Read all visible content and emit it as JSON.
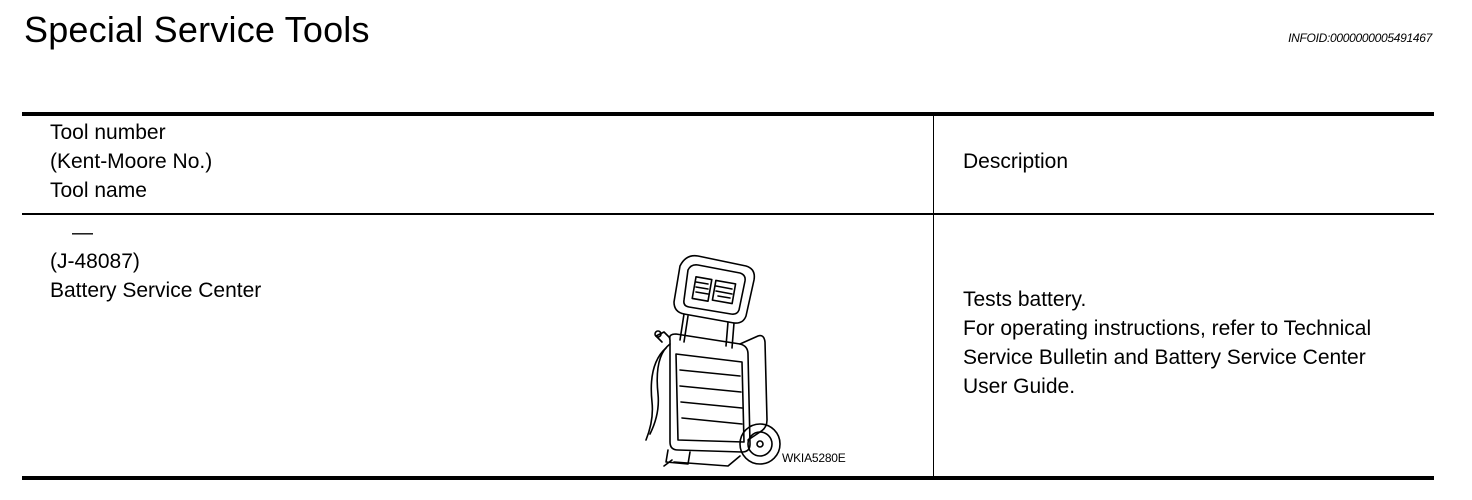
{
  "header": {
    "title": "Special Service Tools",
    "info_id": "INFOID:0000000005491467"
  },
  "table": {
    "columns": {
      "left_lines": [
        "Tool number",
        "(Kent-Moore No.)",
        "Tool name"
      ],
      "right": "Description"
    },
    "rows": [
      {
        "tool_number": "—",
        "kent_moore_no": "(J-48087)",
        "tool_name": "Battery Service Center",
        "figure_code": "WKIA5280E",
        "description_lines": [
          "Tests battery.",
          "For operating instructions, refer to Technical",
          "Service Bulletin and Battery Service Center",
          "User Guide."
        ]
      }
    ]
  }
}
